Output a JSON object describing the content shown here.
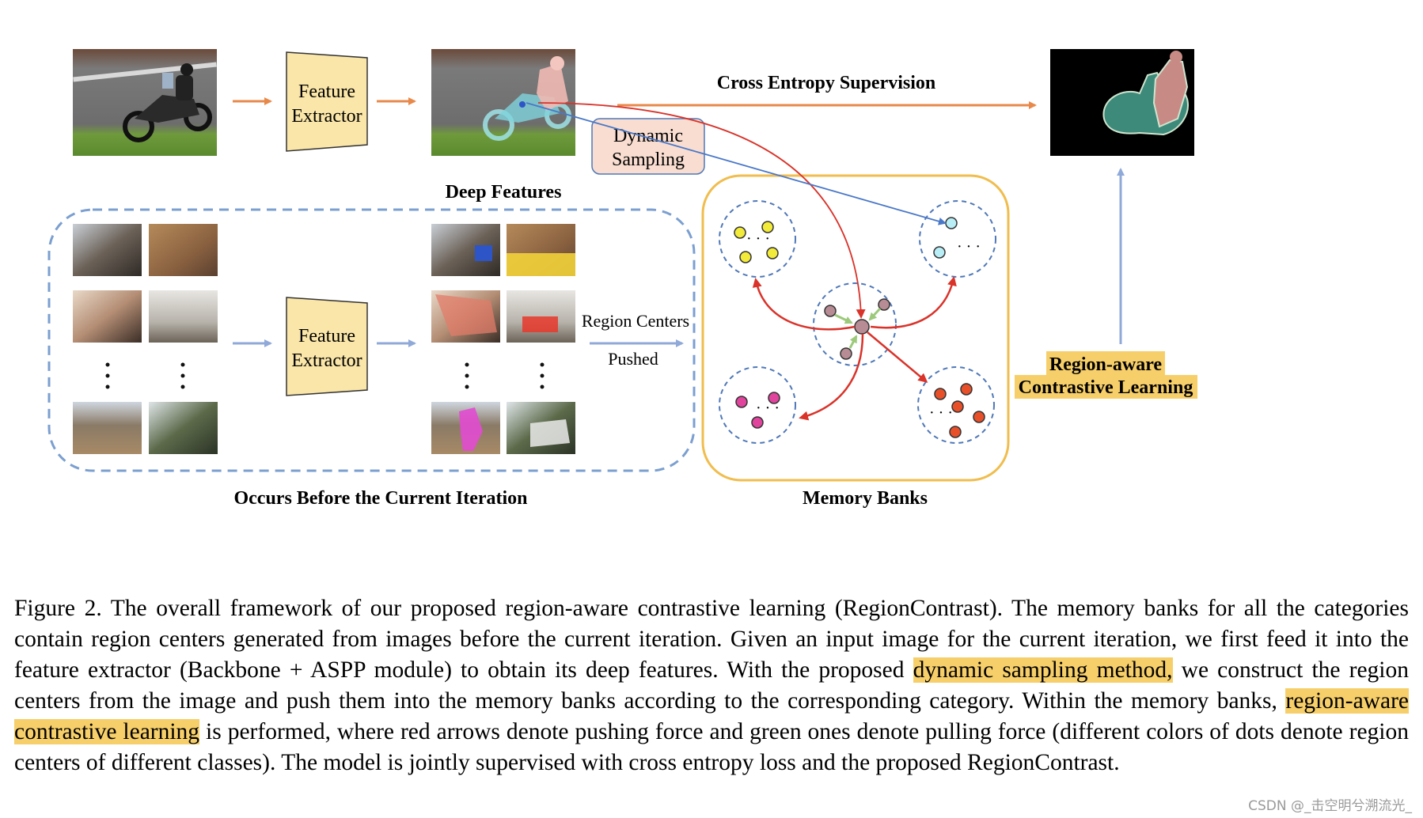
{
  "figure": {
    "feature_extractor_label": [
      "Feature",
      "Extractor"
    ],
    "deep_features_label": "Deep Features",
    "cross_entropy_label": "Cross Entropy Supervision",
    "dynamic_sampling_label": [
      "Dynamic",
      "Sampling"
    ],
    "region_centers_label": "Region Centers",
    "pushed_label": "Pushed",
    "occurs_before_label": "Occurs Before the Current Iteration",
    "memory_banks_label": "Memory Banks",
    "region_aware_label": [
      "Region-aware",
      "Contrastive Learning"
    ],
    "ellipsis": "· · ·",
    "colors": {
      "arrow_orange": "#e8894a",
      "arrow_blue": "#8fa9d9",
      "extractor_fill": "#fae6a8",
      "dynamic_fill": "#f9ddd0",
      "memory_border": "#f0bd4e",
      "dashed_blue": "#7b9fd0",
      "highlight": "#f7cf6a",
      "push_arrow": "#d9332a",
      "pull_arrow": "#9cc97a",
      "dot_yellow": "#f3eb3a",
      "dot_cyan": "#b9eef7",
      "dot_magenta": "#e0449c",
      "dot_red": "#e8502a",
      "dot_center": "#b88c94"
    }
  },
  "caption": {
    "segments": [
      "Figure 2. The overall framework of our proposed region-aware contrastive learning (RegionContrast).  The memory banks for all the categories contain region centers generated from images before the current iteration.  Given an input image for the current iteration, we first feed it into the feature extractor (Backbone + ASPP module) to obtain its deep features. With the proposed ",
      "dynamic sampling method,",
      " we construct the region centers from the image and push them into the memory banks according to the corresponding category.  Within the memory banks, ",
      "region-aware contrastive learning",
      " is performed, where red arrows denote pushing force and green ones denote pulling force (different colors of dots denote region centers of different classes). The model is jointly supervised with cross entropy loss and the proposed RegionContrast."
    ]
  },
  "watermark": "CSDN @_击空明兮溯流光_"
}
